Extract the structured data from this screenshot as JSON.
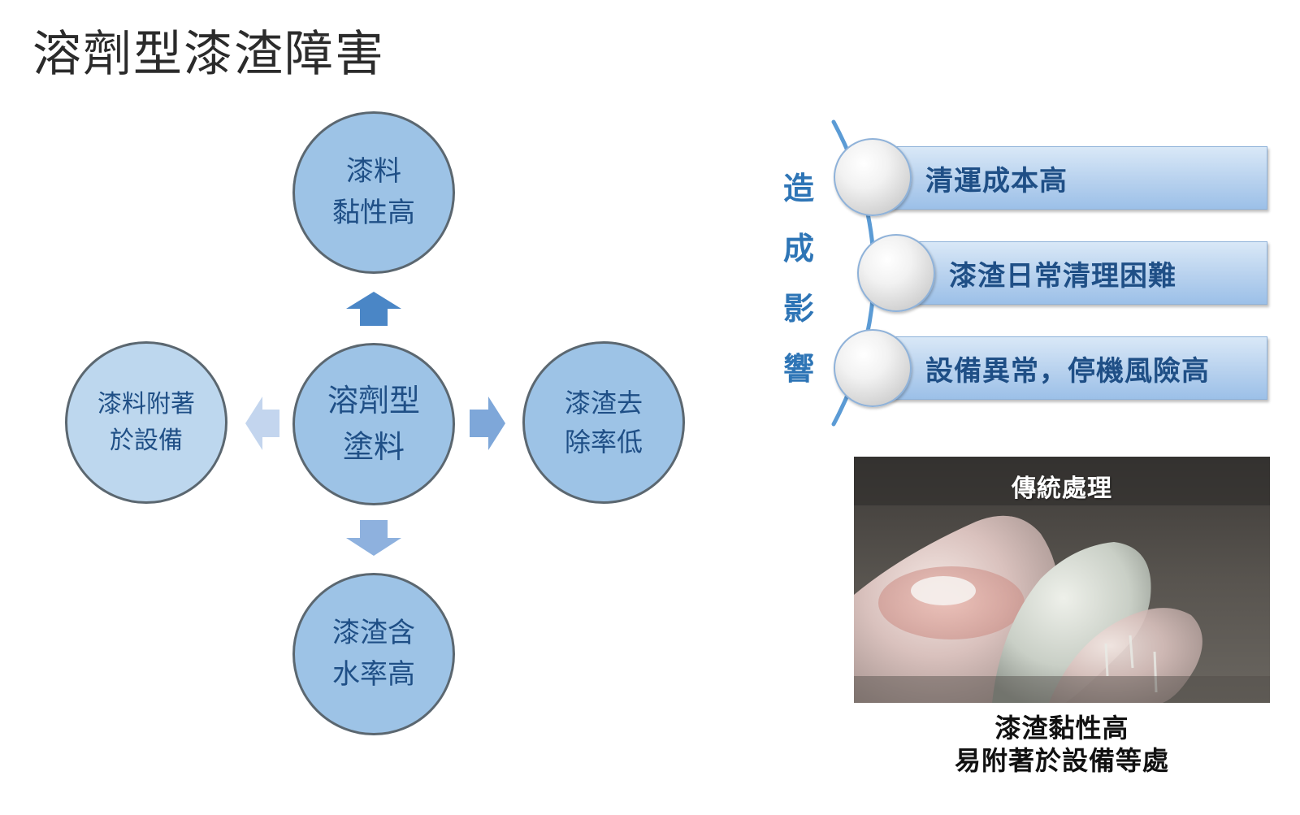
{
  "title": "溶劑型漆渣障害",
  "diagram": {
    "center": [
      "溶劑型",
      "塗料"
    ],
    "top": [
      "漆料",
      "黏性高"
    ],
    "left": [
      "漆料附著",
      "於設備"
    ],
    "right": [
      "漆渣去",
      "除率低"
    ],
    "bottom": [
      "漆渣含",
      "水率高"
    ]
  },
  "impacts": {
    "label": [
      "造",
      "成",
      "影",
      "響"
    ],
    "items": [
      "清運成本高",
      "漆渣日常清理困難",
      "設備異常，停機風險高"
    ]
  },
  "photo": {
    "label": "傳統處理",
    "caption": [
      "漆渣黏性高",
      "易附著於設備等處"
    ]
  },
  "colors": {
    "circle_dark": "#9dc3e6",
    "circle_light": "#bdd7ee",
    "arrow_dark": "#4a86c6",
    "arrow_mid": "#8eb1de",
    "arrow_light": "#c3d5ee",
    "accent": "#2e75b6"
  }
}
